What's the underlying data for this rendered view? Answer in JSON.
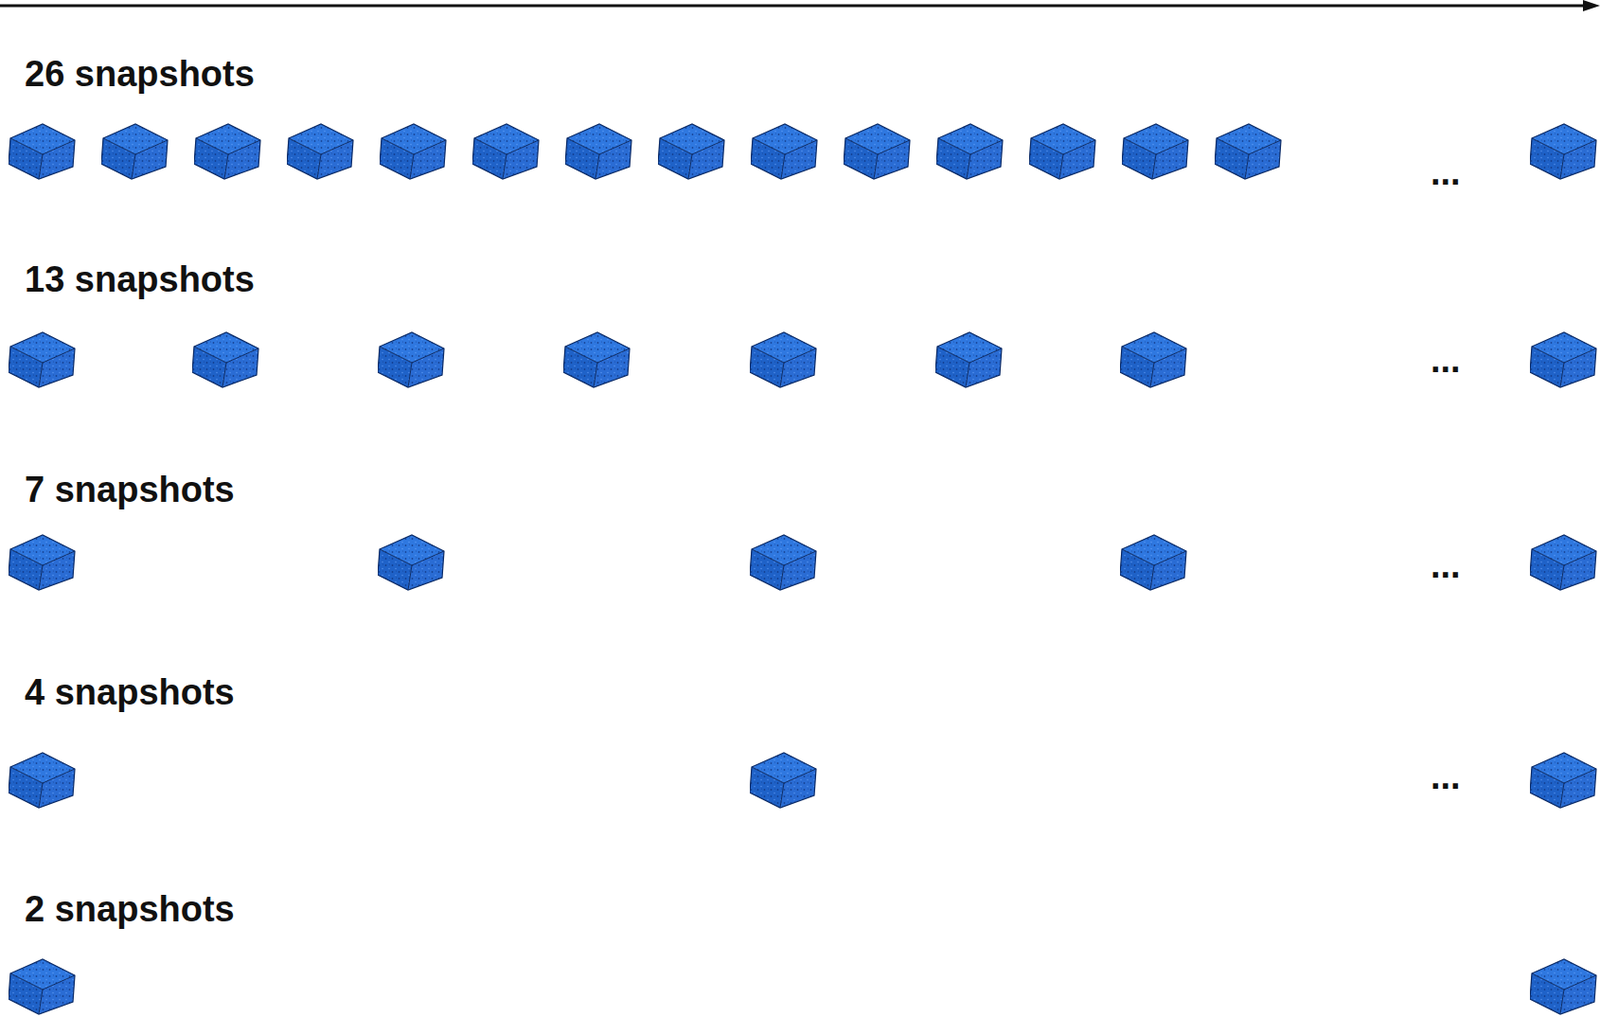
{
  "diagram": {
    "labels": [
      "26 snapshots",
      "...",
      "13 snapshots",
      "...",
      "7 snapshots",
      "...",
      "4 snapshots",
      "...",
      "2 snapshots"
    ]
  }
}
